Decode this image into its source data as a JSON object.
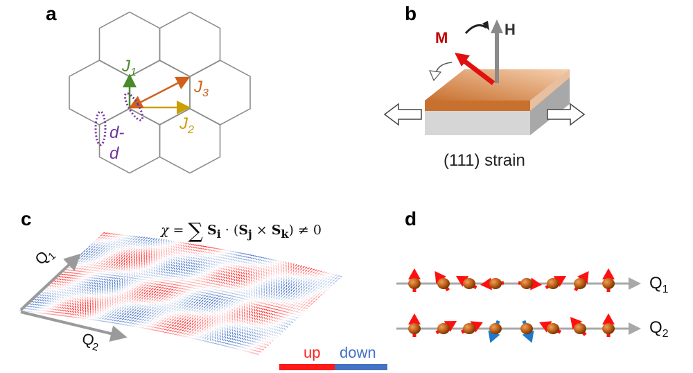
{
  "panels": {
    "a": {
      "letter": "a",
      "labels": {
        "j1": "J",
        "j1_sub": "1",
        "j2": "J",
        "j2_sub": "2",
        "j3": "J",
        "j3_sub": "3",
        "dd_1": "d-",
        "dd_2": "d"
      },
      "colors": {
        "j1": "#4a8a2a",
        "j2": "#c9a000",
        "j3": "#d0601a",
        "dd": "#7030a0",
        "lattice": "#8c8c8c"
      }
    },
    "b": {
      "letter": "b",
      "labels": {
        "m": "M",
        "h": "H",
        "strain": "(111) strain"
      },
      "colors": {
        "m": "#e01010",
        "film": "#d98a50",
        "substrate": "#cfcfcf"
      }
    },
    "c": {
      "letter": "c",
      "formula": "χ = ∑ S_i · (S_j × S_k) ≠ 0",
      "formula_parts": {
        "chi": "χ = ",
        "sum": "∑",
        "si": "S",
        "si_sub": "i",
        "dot": " · (",
        "sj": "S",
        "sj_sub": "j",
        "cross": " × ",
        "sk": "S",
        "sk_sub": "k",
        "end": ") ≠ 0"
      },
      "q1": "Q",
      "q1_sub": "1",
      "q2": "Q",
      "q2_sub": "2",
      "legend": {
        "up": "up",
        "down": "down",
        "up_color": "#ff2020",
        "down_color": "#4472c4"
      }
    },
    "d": {
      "letter": "d",
      "q1": "Q",
      "q1_sub": "1",
      "q2": "Q",
      "q2_sub": "2",
      "spin_angles_deg_q1": [
        0,
        -35,
        -60,
        -95,
        95,
        60,
        35,
        0
      ],
      "spin_angles_deg_q2": [
        0,
        60,
        65,
        200,
        160,
        -65,
        -40,
        0
      ],
      "spin_down_q2": [
        false,
        false,
        false,
        true,
        true,
        false,
        false,
        false
      ]
    }
  }
}
